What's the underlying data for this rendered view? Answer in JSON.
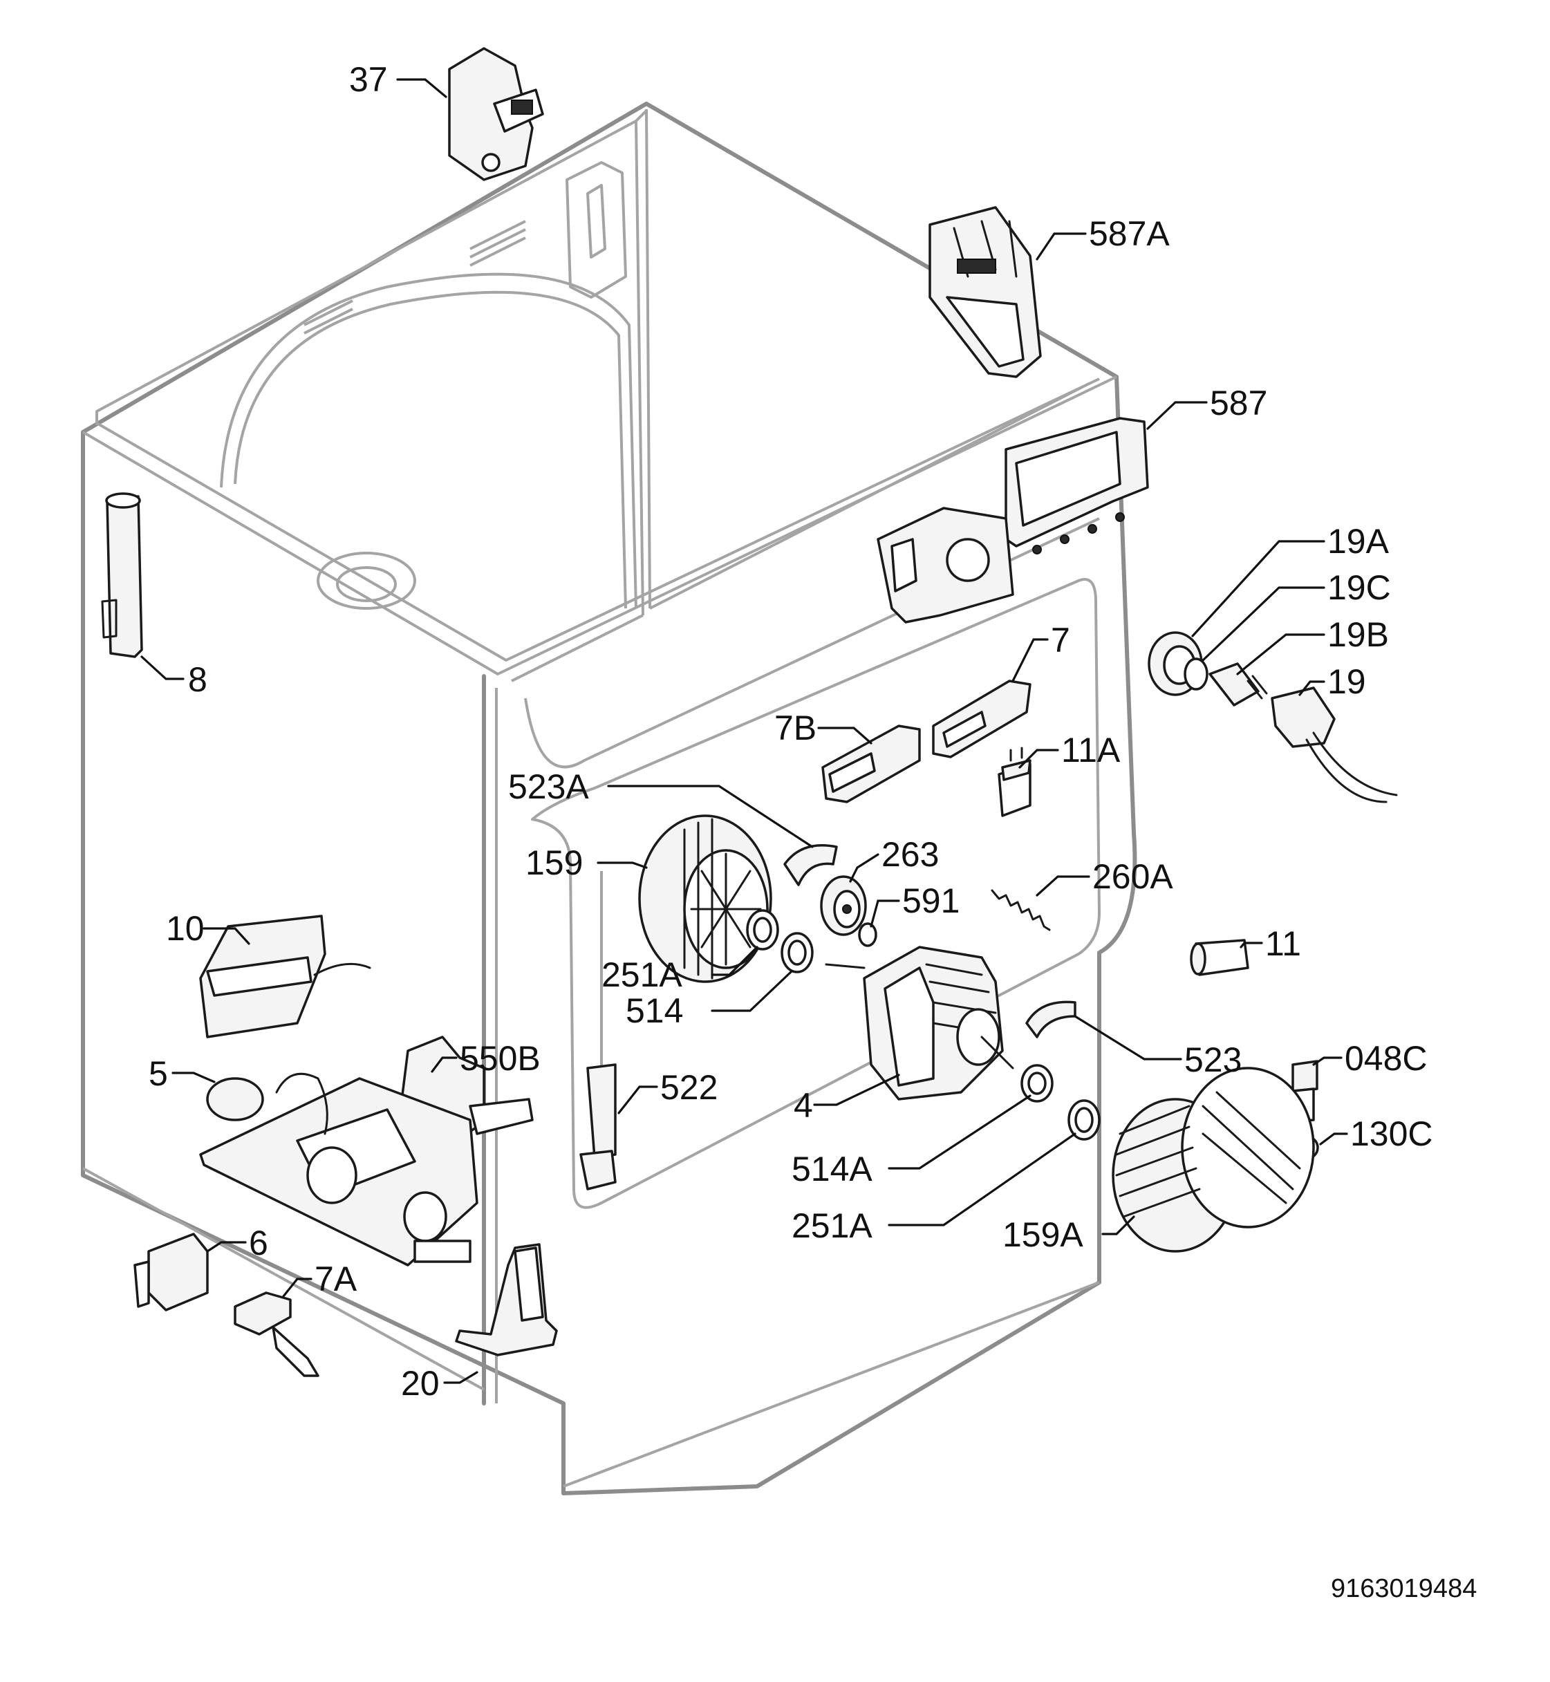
{
  "diagram": {
    "labels": [
      {
        "id": "37",
        "text": "37"
      },
      {
        "id": "587A",
        "text": "587A"
      },
      {
        "id": "587",
        "text": "587"
      },
      {
        "id": "8",
        "text": "8"
      },
      {
        "id": "19A",
        "text": "19A"
      },
      {
        "id": "19C",
        "text": "19C"
      },
      {
        "id": "19B",
        "text": "19B"
      },
      {
        "id": "19",
        "text": "19"
      },
      {
        "id": "7",
        "text": "7"
      },
      {
        "id": "7B",
        "text": "7B"
      },
      {
        "id": "11A",
        "text": "11A"
      },
      {
        "id": "523A",
        "text": "523A"
      },
      {
        "id": "263",
        "text": "263"
      },
      {
        "id": "159",
        "text": "159"
      },
      {
        "id": "591",
        "text": "591"
      },
      {
        "id": "260A",
        "text": "260A"
      },
      {
        "id": "10",
        "text": "10"
      },
      {
        "id": "251A_top",
        "text": "251A"
      },
      {
        "id": "514",
        "text": "514"
      },
      {
        "id": "11",
        "text": "11"
      },
      {
        "id": "550B",
        "text": "550B"
      },
      {
        "id": "5",
        "text": "5"
      },
      {
        "id": "522",
        "text": "522"
      },
      {
        "id": "523",
        "text": "523"
      },
      {
        "id": "048C",
        "text": "048C"
      },
      {
        "id": "4",
        "text": "4"
      },
      {
        "id": "130C",
        "text": "130C"
      },
      {
        "id": "514A",
        "text": "514A"
      },
      {
        "id": "251A_bottom",
        "text": "251A"
      },
      {
        "id": "159A",
        "text": "159A"
      },
      {
        "id": "6",
        "text": "6"
      },
      {
        "id": "7A",
        "text": "7A"
      },
      {
        "id": "20",
        "text": "20"
      }
    ],
    "drawing_number": "9163019484"
  }
}
